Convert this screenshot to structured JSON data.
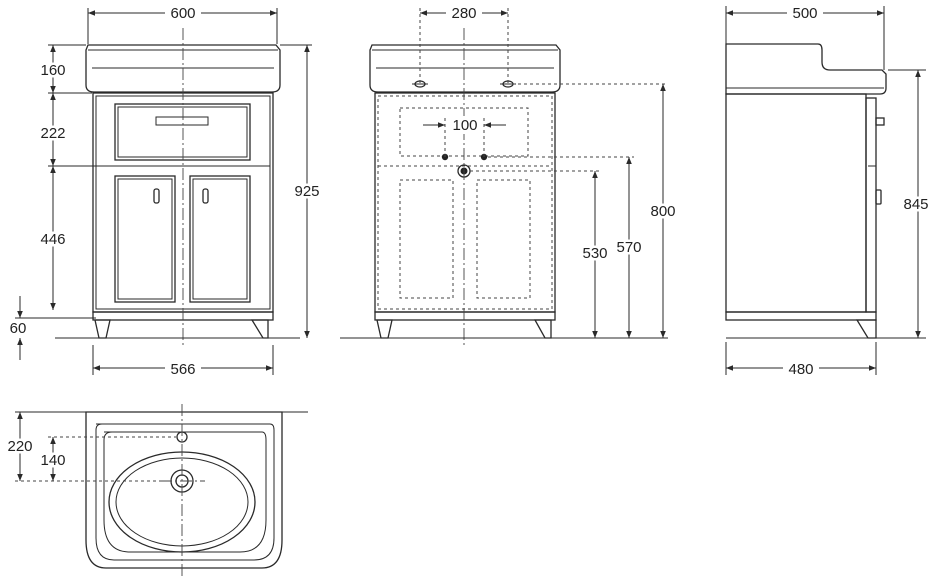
{
  "dimensions": {
    "front_width_top": "600",
    "front_counter_height": "160",
    "front_drawer_height": "222",
    "front_door_height": "446",
    "front_plinth_height": "60",
    "front_total_height": "925",
    "front_width_bottom": "566",
    "back_tap_spacing": "280",
    "back_holes_spacing": "100",
    "back_height_530": "530",
    "back_height_570": "570",
    "back_height_800": "800",
    "side_depth_top": "500",
    "side_height": "845",
    "side_depth_bottom": "480",
    "basin_depth": "220",
    "basin_drain_offset": "140"
  },
  "colors": {
    "line": "#2a2a2a",
    "background": "#ffffff"
  }
}
